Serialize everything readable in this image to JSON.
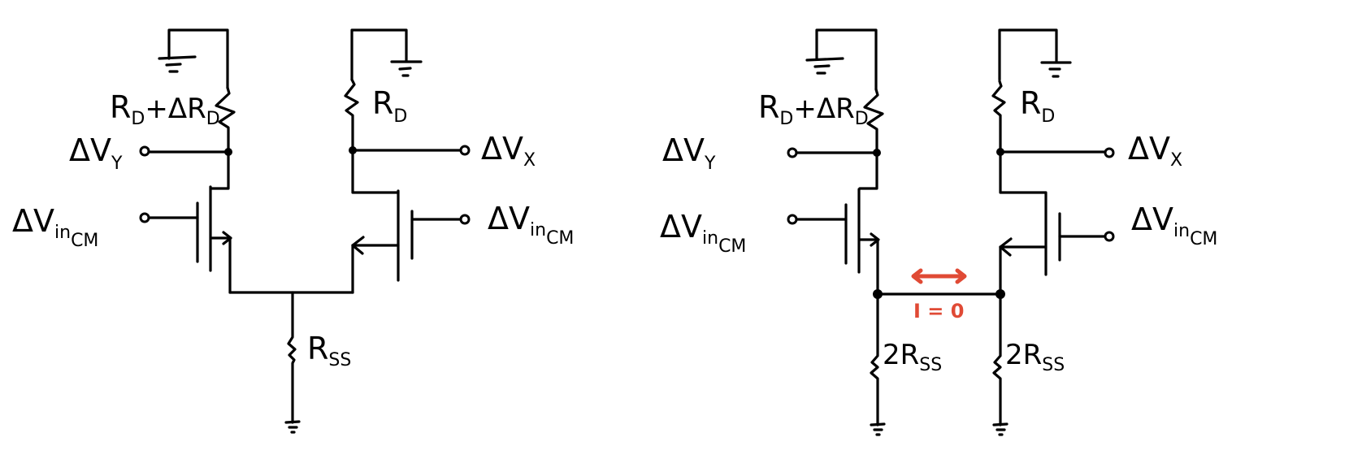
{
  "figure": {
    "description": "Common-mode analysis of differential pair with drain resistor mismatch; right version splits tail resistor into two 2R_SS halves",
    "left_circuit": {
      "name": "full differential pair",
      "labels": {
        "rd_mismatch": {
          "main": "R",
          "sub1": "D",
          "mid": "+ΔR",
          "sub2": "D"
        },
        "rd": {
          "main": "R",
          "sub": "D"
        },
        "vy": {
          "main": "ΔV",
          "sub": "Y"
        },
        "vx": {
          "main": "ΔV",
          "sub": "X"
        },
        "vin_left": {
          "main": "ΔV",
          "sub": "in",
          "subsub": "CM"
        },
        "vin_right": {
          "main": "ΔV",
          "sub": "in",
          "subsub": "CM"
        },
        "rss": {
          "main": "R",
          "sub": "SS"
        }
      }
    },
    "right_circuit": {
      "name": "half-circuit split",
      "labels": {
        "rd_mismatch": {
          "main": "R",
          "sub1": "D",
          "mid": "+ΔR",
          "sub2": "D"
        },
        "rd": {
          "main": "R",
          "sub": "D"
        },
        "vy": {
          "main": "ΔV",
          "sub": "Y"
        },
        "vx": {
          "main": "ΔV",
          "sub": "X"
        },
        "vin_left": {
          "main": "ΔV",
          "sub": "in",
          "subsub": "CM"
        },
        "vin_right": {
          "main": "ΔV",
          "sub": "in",
          "subsub": "CM"
        },
        "rss_left": {
          "main": "2R",
          "sub": "SS"
        },
        "rss_right": {
          "main": "2R",
          "sub": "SS"
        }
      },
      "annotation": {
        "text": "I = 0",
        "arrow": "double-headed",
        "color": "#e04a35"
      }
    }
  }
}
